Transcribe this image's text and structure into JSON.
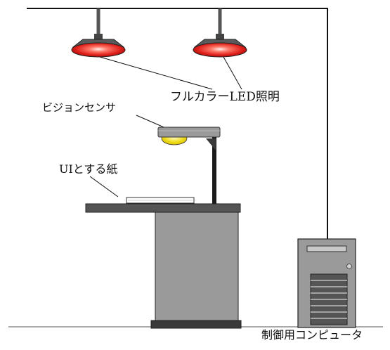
{
  "diagram": {
    "labels": {
      "lighting": "フルカラーLED照明",
      "vision_sensor": "ビジョンセンサ",
      "ui_paper": "UIとする紙",
      "control_computer": "制御用コンピュータ"
    },
    "colors": {
      "line": "#111111",
      "lamp_body": "#5a5a5a",
      "lamp_glow": "#e0201b",
      "sensor_lens": "#f2e020",
      "sensor_housing": "#9a9a9a",
      "table_top": "#555555",
      "table_column": "#9a9a9a",
      "paper": "#ffffff",
      "computer_case": "#9a9a9a"
    }
  }
}
